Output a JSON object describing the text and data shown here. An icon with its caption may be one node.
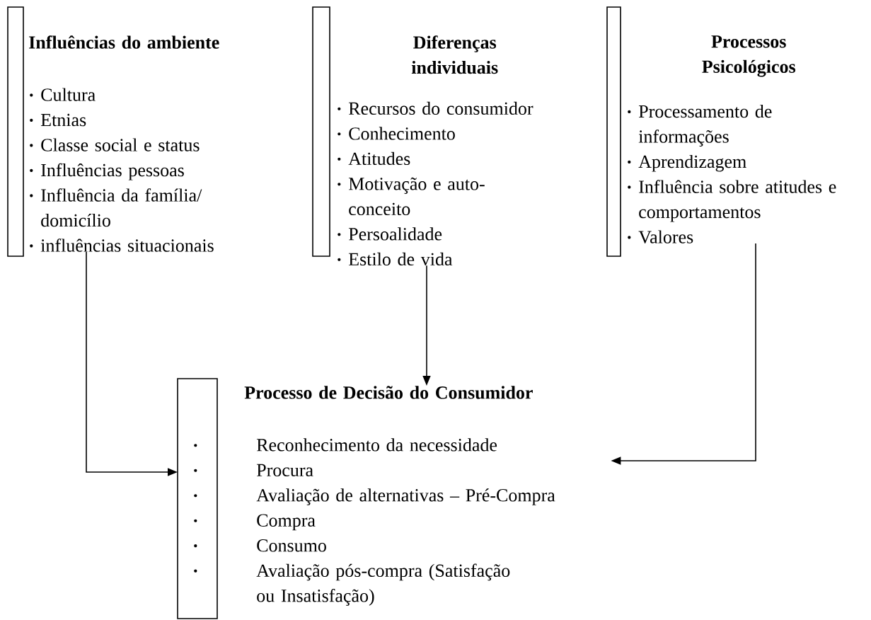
{
  "diagram": {
    "nodes": [
      {
        "text": [
          "Influências do ambiente",
          "Cultura",
          "Etnias",
          "Classe social e status",
          "Influências pessoas",
          "Influência da família/ domicílio",
          "influências situacionais"
        ]
      },
      {
        "text": [
          "Diferenças individuais",
          "Recursos do consumidor",
          "Conhecimento",
          "Atitudes",
          "Motivação e auto-conceito",
          "Persoalidade",
          "Estilo de vida"
        ]
      },
      {
        "text": [
          "Processos Psicológicos",
          "Processamento de informações",
          "Aprendizagem",
          "Influência sobre atitudes e comportamentos",
          "Valores"
        ]
      },
      {
        "text": [
          "Processo de Decisão do Consumidor",
          "Reconhecimento da necessidade",
          "Procura",
          "Avaliação de alternativas – Pré-Compra",
          "Compra",
          "Consumo",
          "Avaliação pós-compra (Satisfação ou Insatisfação)"
        ]
      }
    ],
    "edges": [
      {
        "from": 0,
        "to": 3,
        "arrow": "to"
      },
      {
        "from": 1,
        "to": 3,
        "arrow": "to"
      },
      {
        "from": 2,
        "to": 3,
        "arrow": "to"
      }
    ]
  }
}
